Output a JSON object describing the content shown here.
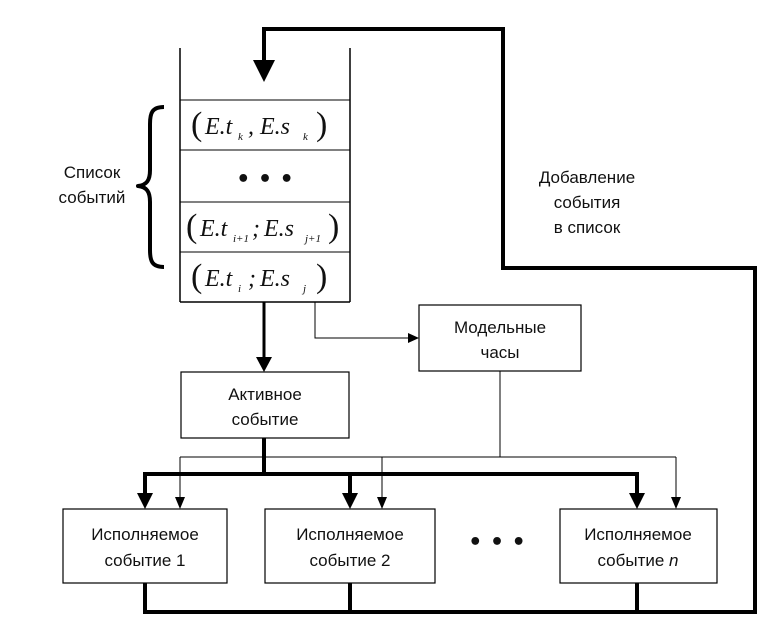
{
  "event_list": {
    "label_line1": "Список",
    "label_line2": "событий",
    "rows": [
      {
        "time": "E.t",
        "time_sub": "k",
        "sep": ",",
        "state": "E.s",
        "state_sub": "k"
      },
      {
        "ellipsis": "• • •"
      },
      {
        "time": "E.t",
        "time_sub": "i+1",
        "sep": ";",
        "state": "E.s",
        "state_sub": "j+1"
      },
      {
        "time": "E.t",
        "time_sub": "i",
        "sep": ";",
        "state": "E.s",
        "state_sub": "j"
      }
    ]
  },
  "add_event": {
    "line1": "Добавление",
    "line2": "события",
    "line3": "в список"
  },
  "model_clock": {
    "line1": "Модельные",
    "line2": "часы"
  },
  "active_event": {
    "line1": "Активное",
    "line2": "событие"
  },
  "executed_events": [
    {
      "line1": "Исполняемое",
      "line2": "событие 1"
    },
    {
      "line1": "Исполняемое",
      "line2": "событие 2"
    },
    {
      "line1": "Исполняемое",
      "line2_prefix": "событие ",
      "line2_n": "n"
    }
  ],
  "ellipsis": "• • •",
  "paren_open": "(",
  "paren_close": ")"
}
